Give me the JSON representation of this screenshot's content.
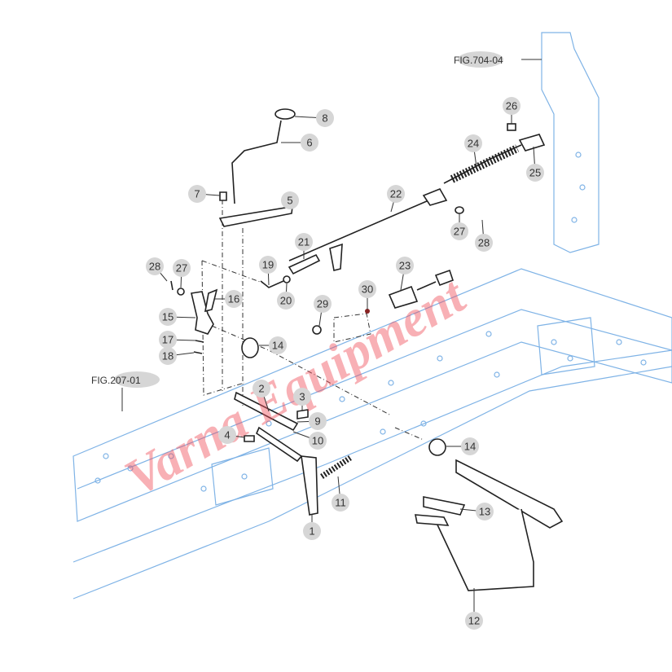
{
  "diagram": {
    "figure_refs": [
      {
        "label": "FIG.704-04"
      },
      {
        "label": "FIG.207-01"
      }
    ],
    "callouts": [
      "8",
      "6",
      "7",
      "5",
      "22",
      "24",
      "26",
      "25",
      "27",
      "28",
      "21",
      "19",
      "20",
      "23",
      "30",
      "29",
      "28",
      "27",
      "16",
      "15",
      "17",
      "18",
      "14",
      "2",
      "3",
      "9",
      "10",
      "4",
      "14",
      "11",
      "13",
      "1",
      "12"
    ],
    "watermark": "Varna Equipment",
    "colors": {
      "frame": "#7fb3e6",
      "bubble": "#d6d6d6",
      "watermark": "#f0505a"
    }
  }
}
